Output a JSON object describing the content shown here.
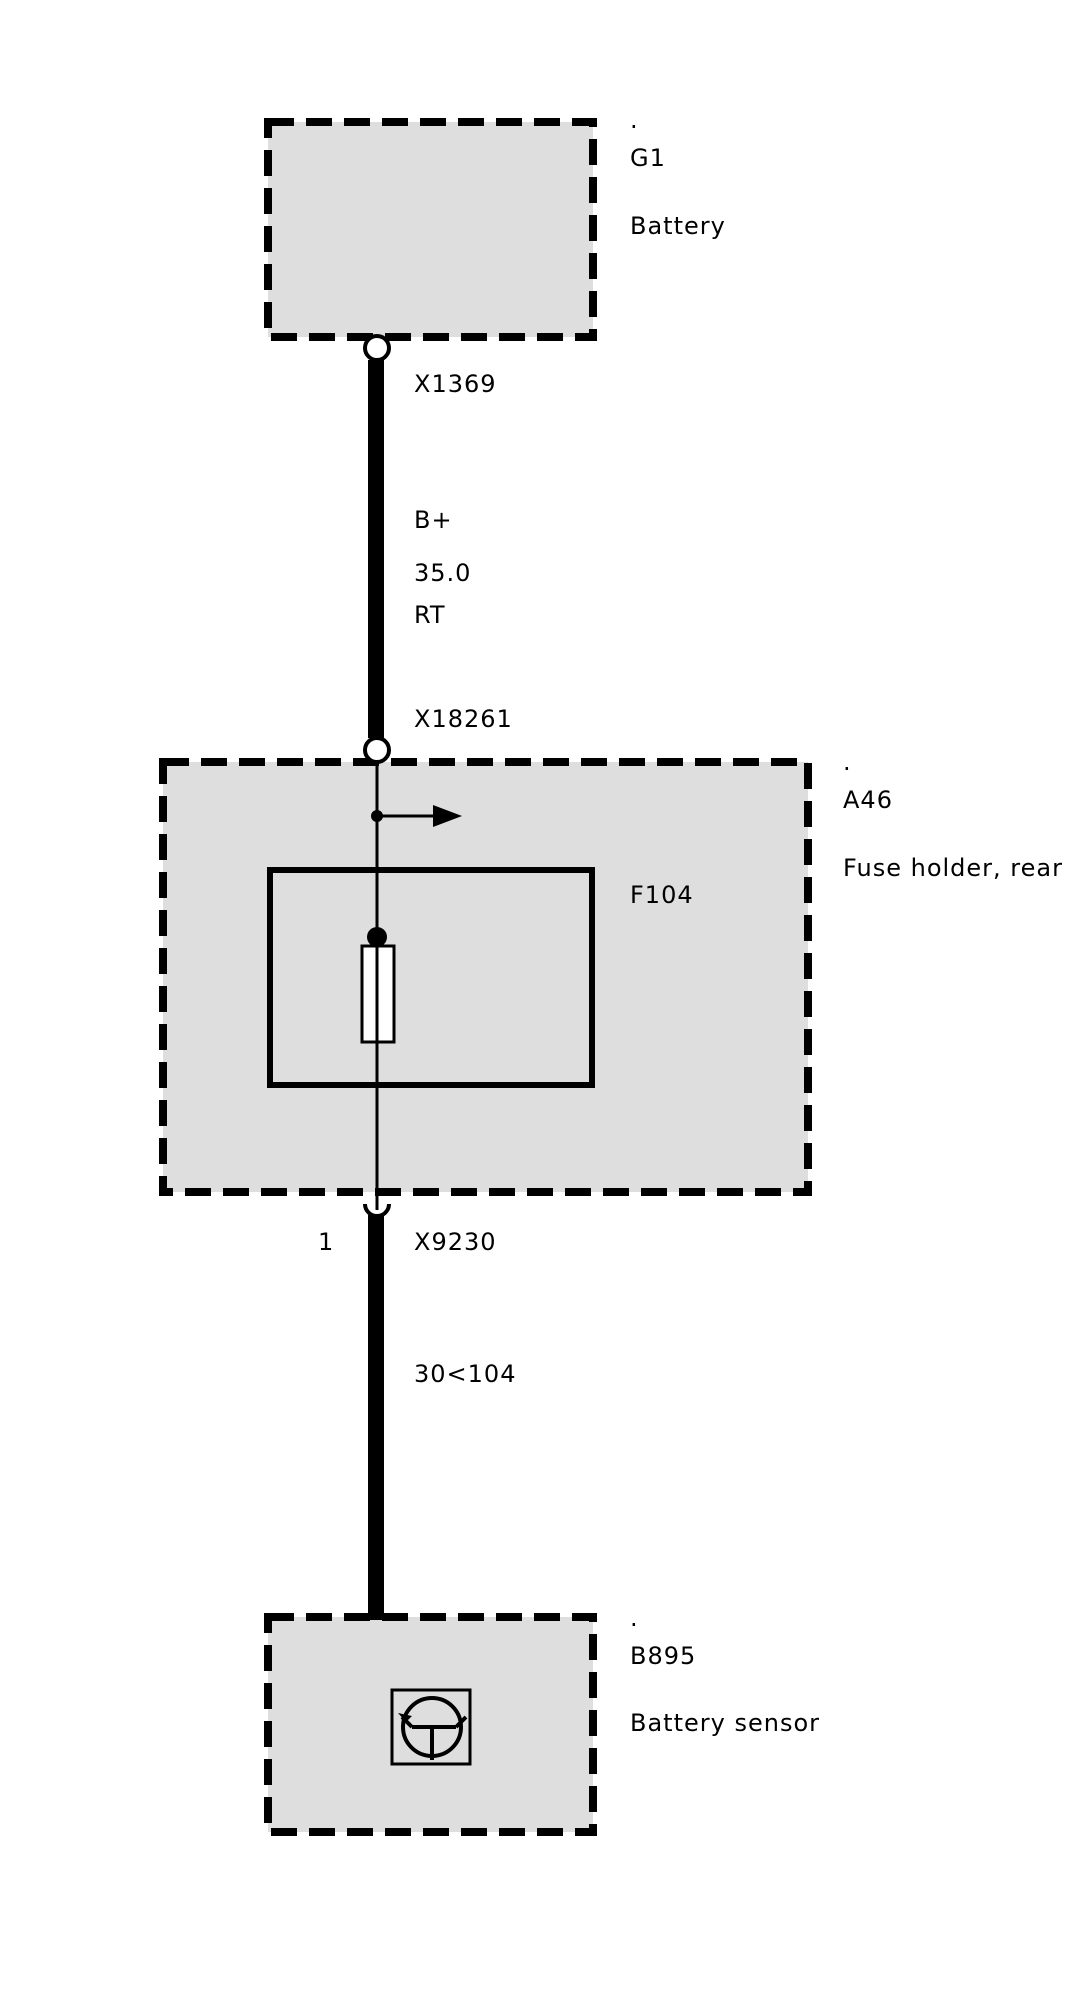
{
  "components": {
    "battery": {
      "dot": ".",
      "id": "G1",
      "name": "Battery"
    },
    "fuse_holder": {
      "dot": ".",
      "id": "A46",
      "name": "Fuse holder, rear"
    },
    "fuse": {
      "id": "F104"
    },
    "battery_sensor": {
      "dot": ".",
      "id": "B895",
      "name": "Battery sensor"
    }
  },
  "connectors": {
    "top": "X1369",
    "fuse_in": "X18261",
    "fuse_out": "X9230",
    "fuse_out_pin": "1"
  },
  "wires": {
    "main": {
      "signal": "B+",
      "size": "35.0",
      "color": "RT"
    },
    "lower": {
      "signal": "30<104"
    }
  }
}
